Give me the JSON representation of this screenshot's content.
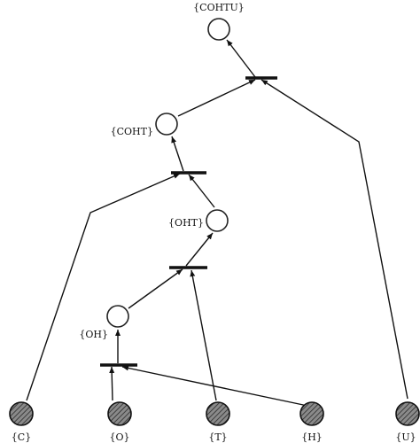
{
  "diagram": {
    "nodes": {
      "cohtu": "{COHTU}",
      "coht": "{COHT}",
      "oht": "{OHT}",
      "oh": "{OH}",
      "c": "{C}",
      "o": "{O}",
      "t": "{T}",
      "h": "{H}",
      "u": "{U}"
    }
  }
}
